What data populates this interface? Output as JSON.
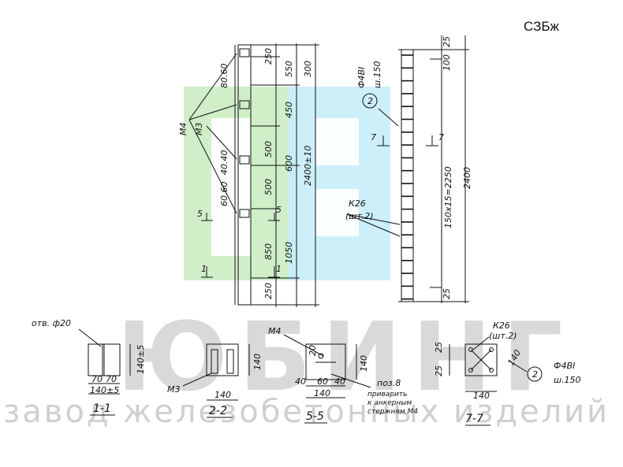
{
  "code": "СЗБж",
  "watermark": {
    "brand": "ЮБИНГ",
    "tagline": "завод железобетонных изделий"
  },
  "brand_colors": {
    "green": "#c8ecc0",
    "blue": "#c4ecf8"
  },
  "elevation_left": {
    "marks": [
      "M4",
      "M3"
    ],
    "section_marks": [
      "1",
      "5"
    ],
    "rows": [
      {
        "a": "250",
        "b": "550",
        "c": "300"
      },
      {
        "a": "450"
      },
      {
        "a": "500",
        "b": "600",
        "total": "2400±10"
      },
      {
        "a": "500"
      },
      {
        "a": "850",
        "b": "1050"
      },
      {
        "a": "250"
      }
    ],
    "holes": [
      "80.60",
      "40.40",
      "60.60"
    ]
  },
  "elevation_right": {
    "rebar": "Ф4ВI",
    "step": "ш.150",
    "pos": "2",
    "frame": "К26",
    "frame_qty": "(шт.2)",
    "spacing": "150х15=2250",
    "length": "2400",
    "top": "25",
    "top2": "100",
    "bottom": "25",
    "section_mark": "7"
  },
  "sections": [
    {
      "label": "1-1",
      "note": "отв. ф20",
      "width": "140±5",
      "height": "140±5",
      "parts": [
        "70",
        "70"
      ]
    },
    {
      "label": "2-2",
      "note": "М3",
      "width": "140",
      "height": "140"
    },
    {
      "label": "5-5",
      "note": "М4",
      "width": "140",
      "height": "140",
      "parts": [
        "40",
        "60",
        "40"
      ],
      "top": "20",
      "pos_note": "поз.8",
      "weld_note": [
        "приварить",
        "к анкерным",
        "стержням М4"
      ]
    },
    {
      "label": "7-7",
      "frame": "К26",
      "frame_qty": "(шт.2)",
      "width": "140",
      "height": "140",
      "edges": [
        "25",
        "25"
      ],
      "pos": "2",
      "rebar": "Ф4ВI",
      "step": "ш.150"
    }
  ]
}
